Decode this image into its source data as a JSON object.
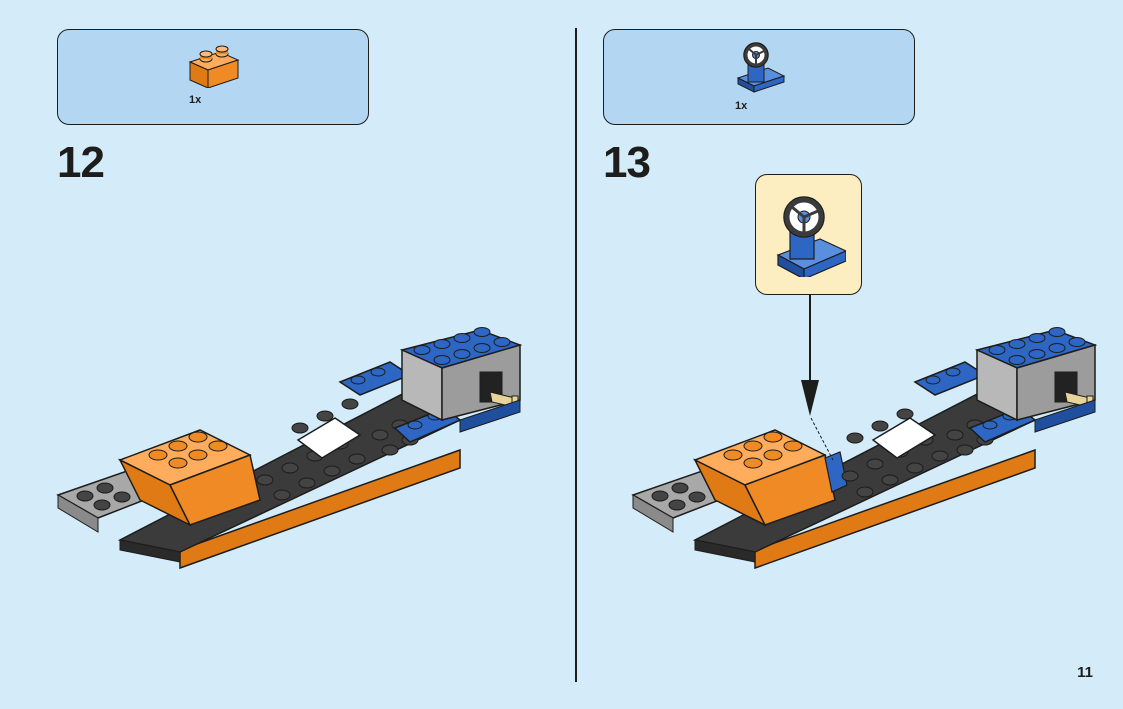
{
  "steps": [
    {
      "number": "12",
      "parts": [
        {
          "quantity": "1x",
          "icon": "orange-brick-1x2-icon",
          "color": "#f08a24"
        }
      ]
    },
    {
      "number": "13",
      "parts": [
        {
          "quantity": "1x",
          "icon": "steering-wheel-part-icon",
          "color": "#2e66c4"
        }
      ],
      "callout_icon": "steering-wheel-part-icon"
    }
  ],
  "page_number": "11",
  "colors": {
    "background": "#d4ecfa",
    "parts_box": "#b3d7f2",
    "callout": "#fdeec1",
    "orange": "#f08a24",
    "blue": "#2e66c4",
    "dark_gray": "#3b3b3b",
    "light_gray": "#a8a8a8",
    "tan": "#e6d49a"
  }
}
